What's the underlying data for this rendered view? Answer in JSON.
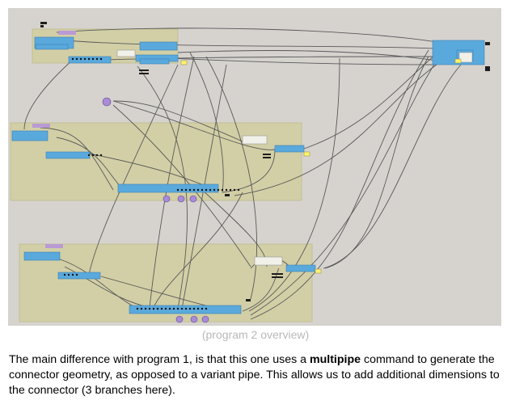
{
  "caption": "(program 2 overview)",
  "paragraph": {
    "before": "The main difference with program 1, is that this one uses a ",
    "bold": "multipipe",
    "after": " command to generate the connector geometry, as opposed to a variant pipe. This allows us to add additional dimensions to the connector (3 branches here)."
  },
  "colors": {
    "canvas": "#d6d3cf",
    "group": "#d2cfa6",
    "component": "#5aa9dc",
    "panel": "#f1f1ea",
    "slider": "#b99ad4",
    "param_dot": "#a98bd8",
    "wire": "#595959",
    "toggle": "#fff26a"
  }
}
